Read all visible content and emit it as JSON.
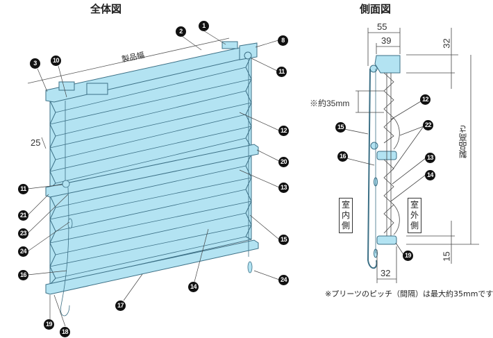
{
  "overall": {
    "title": "全体図",
    "width_label": "製品幅",
    "pleat_dim": "25"
  },
  "side": {
    "title": "側面図",
    "dim_55": "55",
    "dim_39": "39",
    "dim_32_top": "32",
    "dim_32_bottom": "32",
    "dim_15": "15",
    "height_label": "製品高さ",
    "pitch_label": "※約35mm",
    "indoor": "室内側",
    "outdoor": "室外側",
    "note": "※プリーツのピッチ（間隔）は最大約35mmです"
  },
  "colors": {
    "fabric": "#b3e3f2",
    "line": "#3b6f85"
  },
  "callouts": {
    "c1": "1",
    "c2": "2",
    "c3": "3",
    "c8": "8",
    "c10": "10",
    "c11a": "11",
    "c12": "12",
    "c20": "20",
    "c11b": "11",
    "c13": "13",
    "c21": "21",
    "c23": "23",
    "c24a": "24",
    "c15": "15",
    "c16": "16",
    "c24b": "24",
    "c14": "14",
    "c17": "17",
    "c19": "19",
    "c18": "18",
    "s12": "12",
    "s22": "22",
    "s13": "13",
    "s14": "14",
    "s15": "15",
    "s16": "16",
    "s19": "19"
  }
}
